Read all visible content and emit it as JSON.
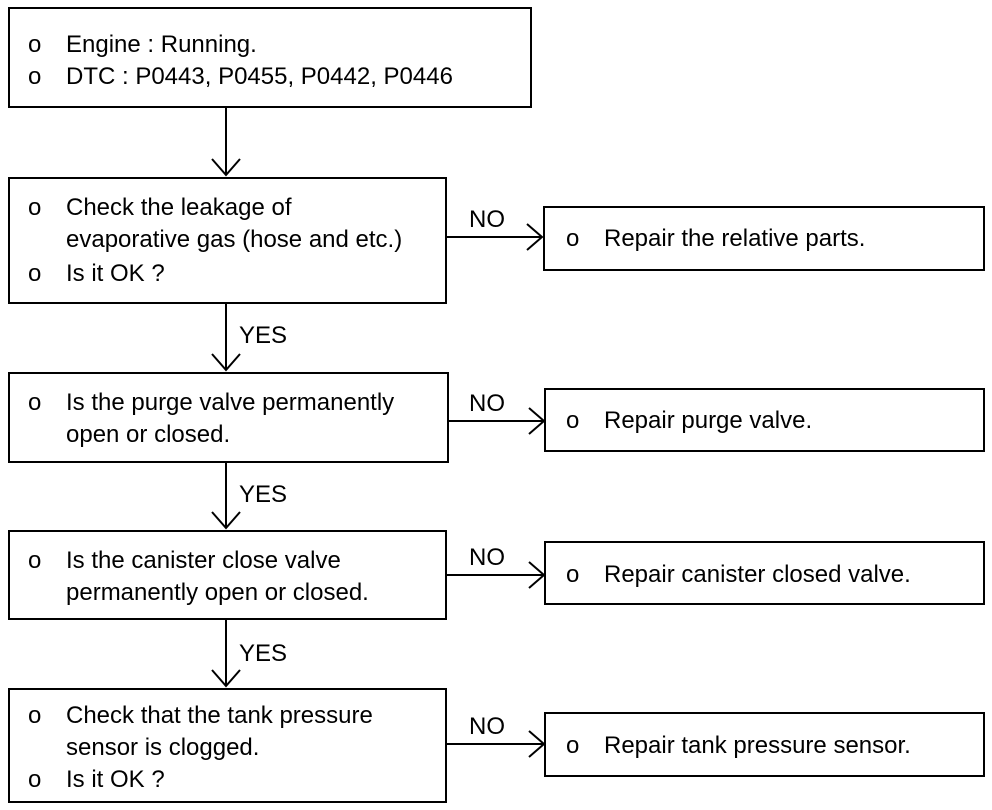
{
  "start": {
    "lines": [
      "Engine : Running.",
      "DTC : P0443, P0455, P0442, P0446"
    ]
  },
  "steps": [
    {
      "lines": [
        "Check the leakage of",
        "evaporative gas (hose and etc.)",
        "Is it OK ?"
      ],
      "no_label": "NO",
      "yes_label": "YES",
      "action": "Repair the relative parts."
    },
    {
      "lines": [
        "Is the purge valve permanently",
        "open or closed."
      ],
      "no_label": "NO",
      "yes_label": "YES",
      "action": "Repair purge valve."
    },
    {
      "lines": [
        "Is the canister close valve",
        "permanently open or closed."
      ],
      "no_label": "NO",
      "yes_label": "YES",
      "action": "Repair canister closed valve."
    },
    {
      "lines": [
        "Check that the tank pressure",
        "sensor is clogged.",
        "Is it OK ?"
      ],
      "no_label": "NO",
      "action": "Repair tank pressure sensor."
    }
  ],
  "bullet_glyph": "o"
}
